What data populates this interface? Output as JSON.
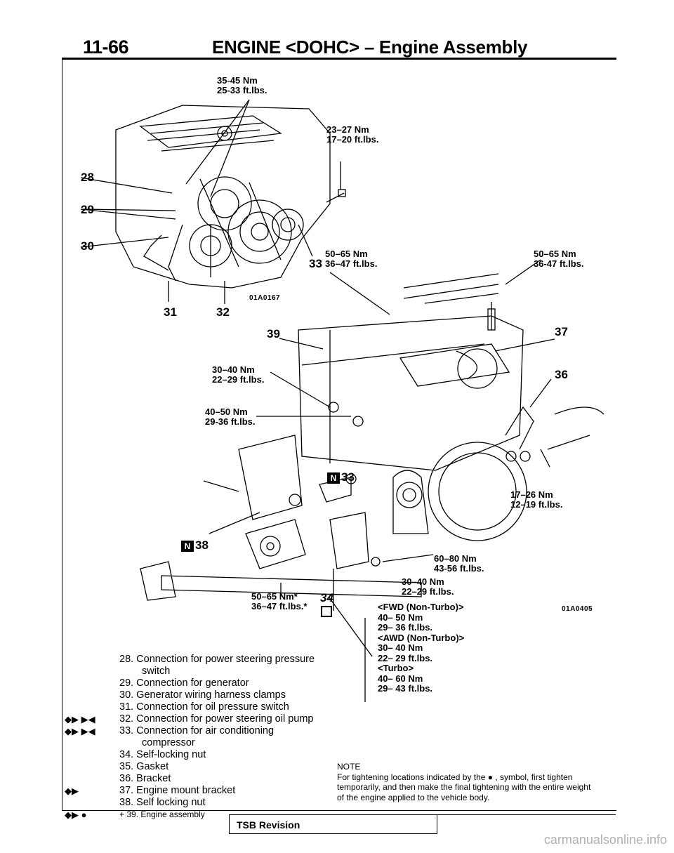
{
  "header": {
    "page_number": "11-66",
    "title": "ENGINE <DOHC> – Engine Assembly"
  },
  "figures": {
    "top_code": "01A0167",
    "bottom_code": "01A0405"
  },
  "torques": {
    "t1": [
      "35-45 Nm",
      "25-33 ft.lbs."
    ],
    "t2": [
      "23–27 Nm",
      "17–20 ft.lbs."
    ],
    "t3": [
      "50–65 Nm",
      "36–47 ft.lbs."
    ],
    "t4": [
      "50–65 Nm",
      "36-47 ft.lbs."
    ],
    "t5": [
      "30–40 Nm",
      "22–29 ft.lbs."
    ],
    "t6": [
      "40–50 Nm",
      "29-36 ft.lbs."
    ],
    "t7": [
      "17–26 Nm",
      "12–19 ft.lbs."
    ],
    "t8": [
      "60–80 Nm",
      "43-56 ft.lbs."
    ],
    "t9": [
      "30–40 Nm",
      "22–29 ft.lbs."
    ],
    "t10": [
      "50–65 Nm*",
      "36–47 ft.lbs.*"
    ],
    "t11": [
      "<FWD (Non-Turbo)>",
      "40– 50 Nm",
      "29– 36 ft.lbs.",
      "<AWD (Non-Turbo)>",
      "30– 40 Nm",
      "22– 29 ft.lbs.",
      "<Turbo>",
      "40– 60 Nm",
      "29– 43 ft.lbs."
    ]
  },
  "callouts": {
    "c28": "28",
    "c29": "29",
    "c30": "30",
    "c31": "31",
    "c32": "32",
    "c33a": "33",
    "c33b": "33",
    "c34": "34",
    "c36": "36",
    "c37": "37",
    "c38": "38",
    "c39": "39",
    "n_mark": "N"
  },
  "legend": {
    "items": [
      {
        "mark": "",
        "text": "28. Connection for power steering pressure"
      },
      {
        "mark": "",
        "text": "switch",
        "indent": true
      },
      {
        "mark": "",
        "text": "29. Connection for generator"
      },
      {
        "mark": "",
        "text": "30. Generator wiring harness clamps"
      },
      {
        "mark": "",
        "text": "31. Connection for oil pressure switch"
      },
      {
        "mark": "◆▶ ▶◀",
        "text": "32. Connection for power steering oil pump"
      },
      {
        "mark": "◆▶ ▶◀",
        "text": "33. Connection for air conditioning"
      },
      {
        "mark": "",
        "text": "compressor",
        "indent": true
      },
      {
        "mark": "",
        "text": "34. Self-locking nut"
      },
      {
        "mark": "",
        "text": "35. Gasket"
      },
      {
        "mark": "",
        "text": "36. Bracket"
      },
      {
        "mark": "◆▶",
        "text": "37. Engine mount bracket"
      },
      {
        "mark": "",
        "text": "38. Self locking nut"
      },
      {
        "mark": "◆▶ ●",
        "text": "+ 39. Engine assembly"
      }
    ]
  },
  "note": {
    "label": "NOTE",
    "text": "For tightening locations indicated by the ● , symbol, first tighten temporarily, and then make the final tightening with the entire weight of the engine applied to the vehicle body."
  },
  "footer": {
    "tsb": "TSB Revision",
    "watermark": "carmanualsonline.info"
  }
}
